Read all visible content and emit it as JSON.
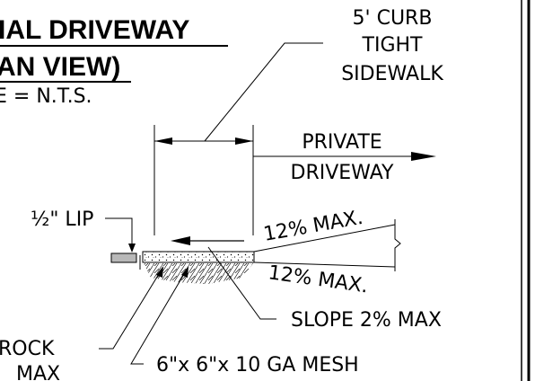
{
  "title": {
    "line1": "IAL DRIVEWAY",
    "line2": "AN VIEW)",
    "line3": "E = N.T.S."
  },
  "labels": {
    "curb_line1": "5' CURB",
    "curb_line2": "TIGHT",
    "curb_line3": "SIDEWALK",
    "private_line1": "PRIVATE",
    "private_line2": "DRIVEWAY",
    "lip": "½\" LIP",
    "slope_top": "12% MAX.",
    "slope_bottom": "12% MAX.",
    "slope_2": "SLOPE 2% MAX",
    "rock_line1": "ROCK",
    "rock_line2": "MAX",
    "mesh": "6\"x 6\"x 10 GA MESH"
  }
}
